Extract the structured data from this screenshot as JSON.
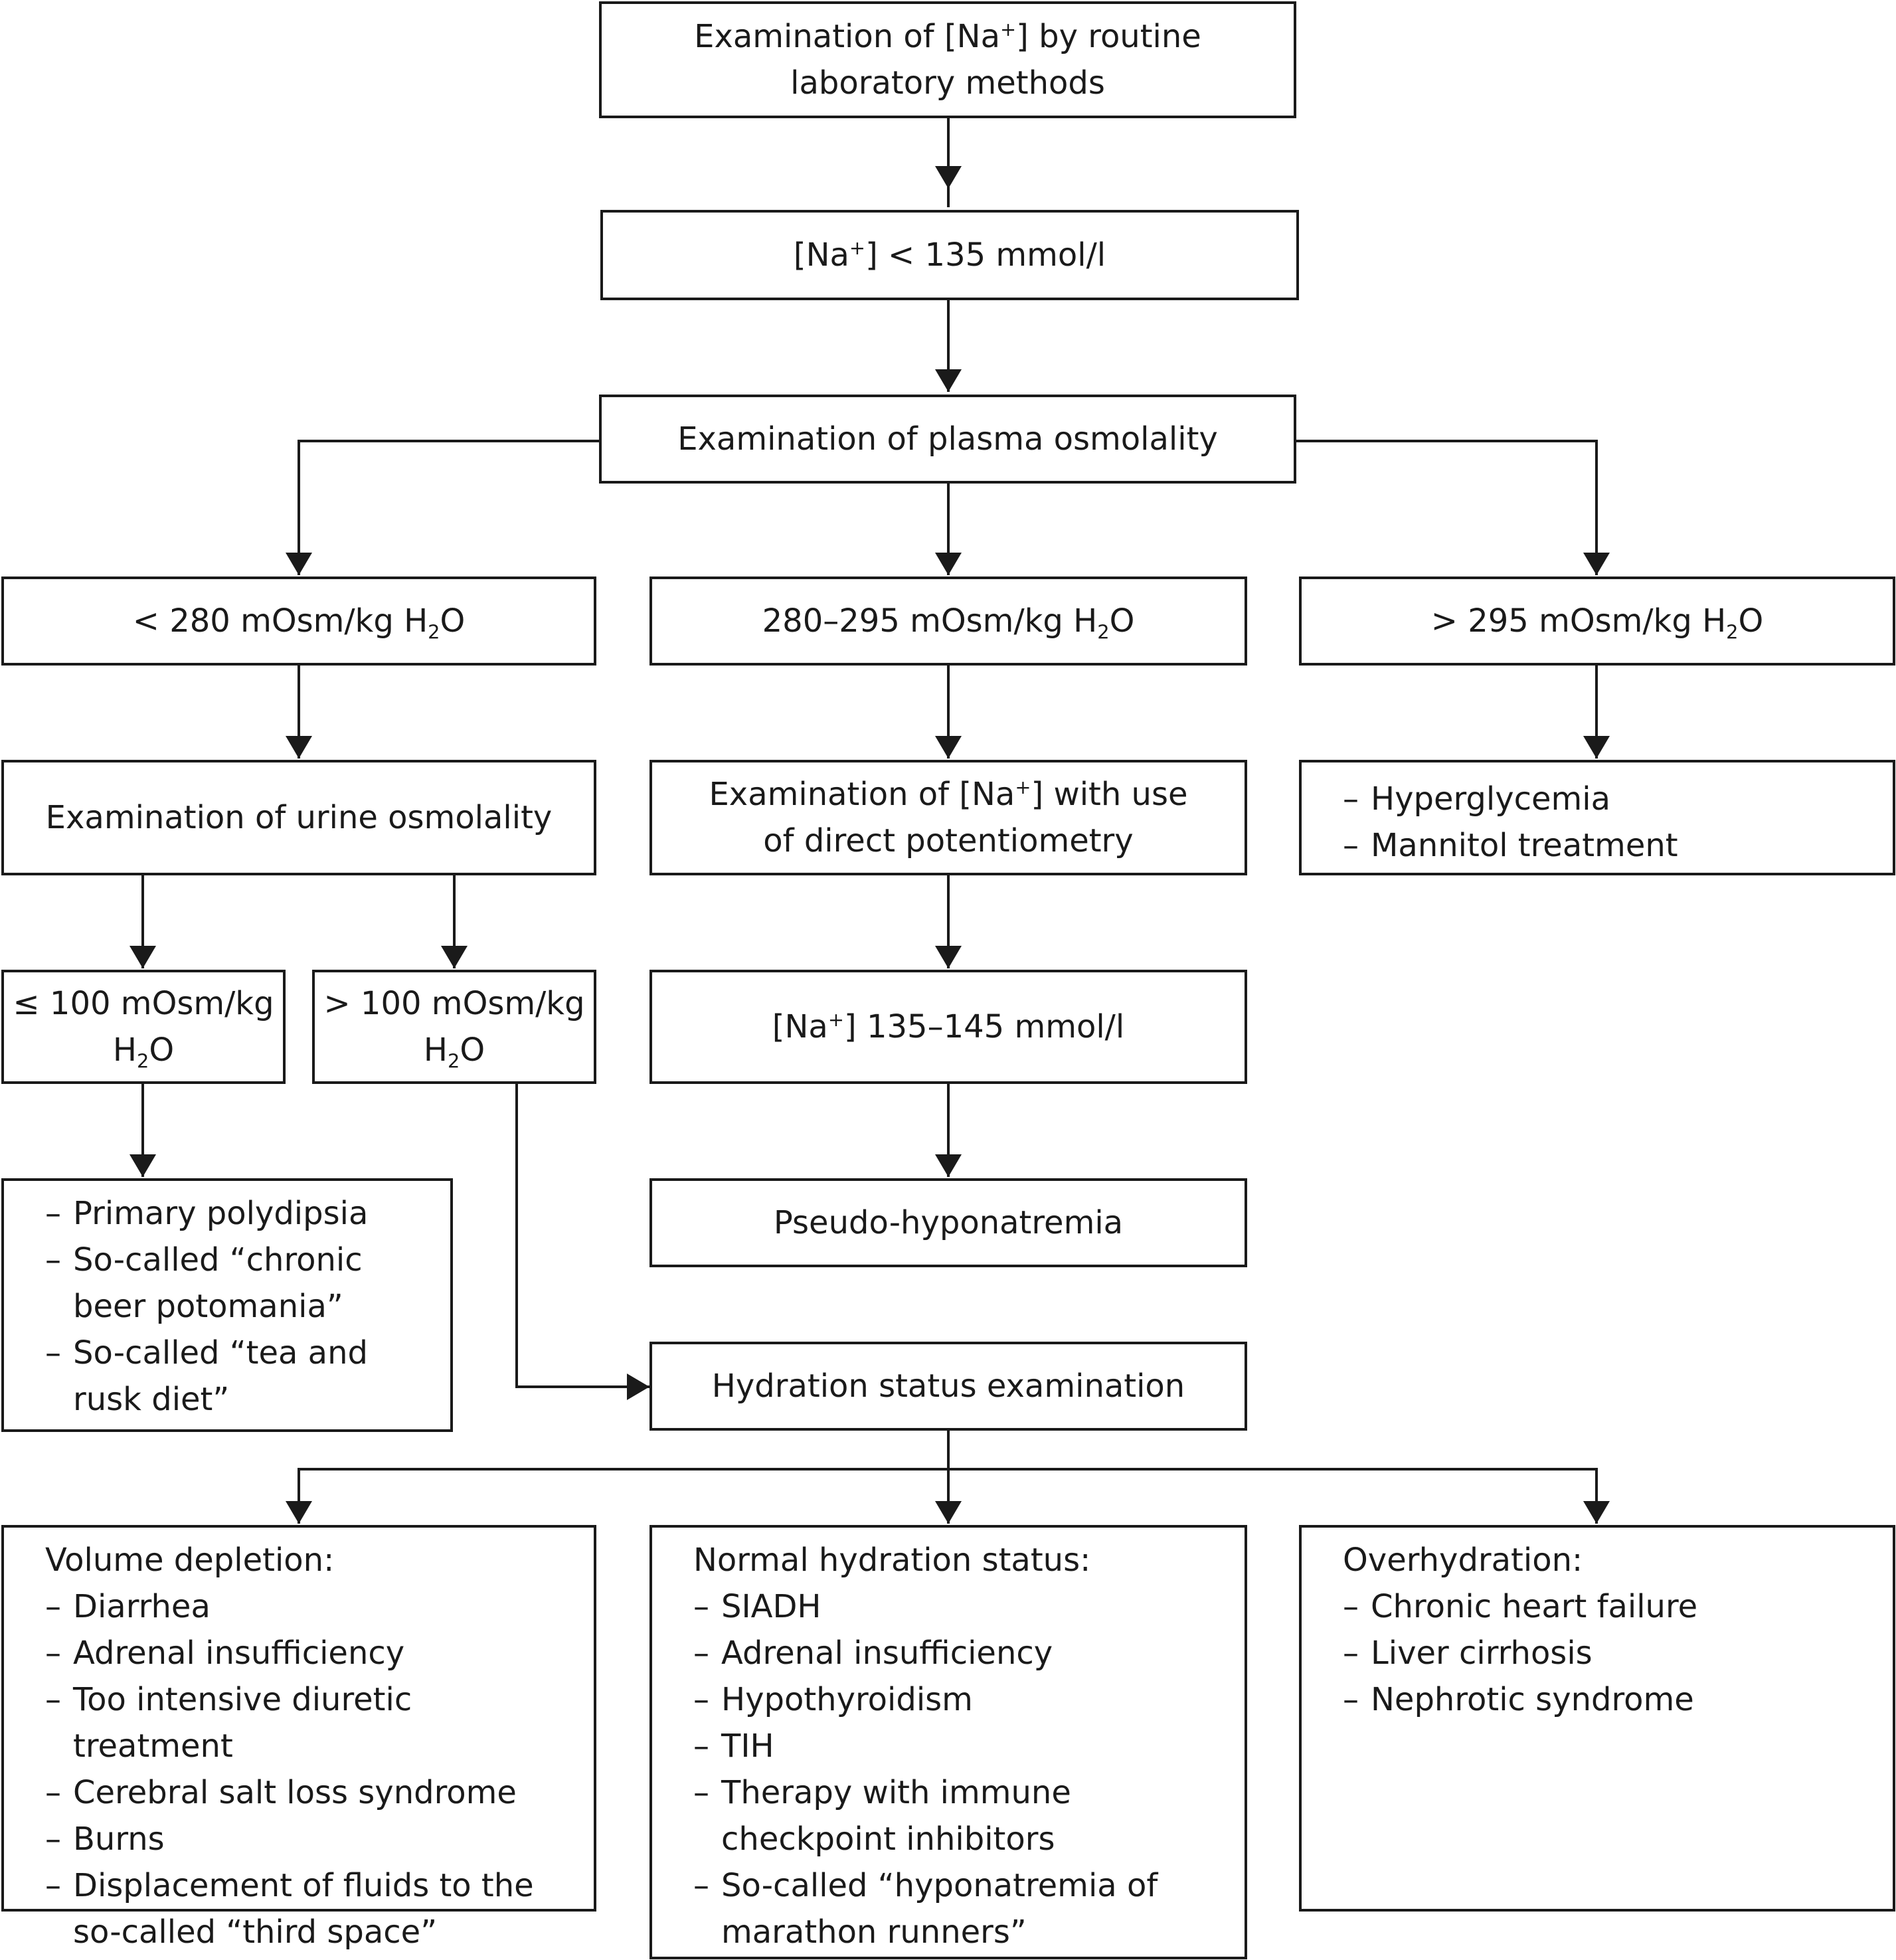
{
  "nodes": {
    "routine": {
      "lines": [
        "Examination of [Na<sup>+</sup>] by routine",
        "laboratory methods"
      ]
    },
    "na_low": {
      "lines": [
        "[Na<sup>+</sup>] &lt; 135 mmol/l"
      ]
    },
    "plasma": {
      "lines": [
        "Examination of plasma osmolality"
      ]
    },
    "osm_low": {
      "lines": [
        "&lt; 280 mOsm/kg H<sub>2</sub>O"
      ]
    },
    "osm_normal": {
      "lines": [
        "280–295 mOsm/kg H<sub>2</sub>O"
      ]
    },
    "osm_high": {
      "lines": [
        "&gt; 295 mOsm/kg H<sub>2</sub>O"
      ]
    },
    "urine": {
      "lines": [
        "Examination of urine osmolality"
      ]
    },
    "potentiometry": {
      "lines": [
        "Examination of [Na<sup>+</sup>] with use",
        "of direct potentiometry"
      ]
    },
    "high_causes": {
      "items": [
        "Hyperglycemia",
        "Mannitol treatment"
      ]
    },
    "urine_low": {
      "lines": [
        "≤ 100 mOsm/kg",
        "H<sub>2</sub>O"
      ]
    },
    "urine_high": {
      "lines": [
        "&gt; 100 mOsm/kg",
        "H<sub>2</sub>O"
      ]
    },
    "na_normal": {
      "lines": [
        "[Na<sup>+</sup>] 135–145 mmol/l"
      ]
    },
    "pseudo": {
      "lines": [
        "Pseudo-hyponatremia"
      ]
    },
    "low_urine_causes": {
      "items": [
        "Primary polydipsia",
        "So-called “chronic beer potomania”",
        "So-called “tea and rusk diet”"
      ]
    },
    "hydration": {
      "lines": [
        "Hydration status examination"
      ]
    },
    "depletion": {
      "heading": "Volume depletion:",
      "items": [
        "Diarrhea",
        "Adrenal insufficiency",
        "Too intensive diuretic treatment",
        "Cerebral salt loss syndrome",
        "Burns",
        "Displacement of fluids to the so-called “third space”"
      ]
    },
    "normal_hydration": {
      "heading": "Normal hydration status:",
      "items": [
        "SIADH",
        "Adrenal insufficiency",
        "Hypothyroidism",
        "TIH",
        "Therapy with immune checkpoint inhibitors",
        "So-called “hyponatremia of marathon runners”"
      ]
    },
    "overhydration": {
      "heading": "Overhydration:",
      "items": [
        "Chronic heart failure",
        "Liver cirrhosis",
        "Nephrotic syndrome"
      ]
    }
  },
  "connectors": [
    [
      "routine",
      "na_low"
    ],
    [
      "na_low",
      "plasma"
    ],
    [
      "plasma",
      "osm_low"
    ],
    [
      "plasma",
      "osm_normal"
    ],
    [
      "plasma",
      "osm_high"
    ],
    [
      "osm_low",
      "urine"
    ],
    [
      "osm_normal",
      "potentiometry"
    ],
    [
      "osm_high",
      "high_causes"
    ],
    [
      "urine",
      "urine_low"
    ],
    [
      "urine",
      "urine_high"
    ],
    [
      "potentiometry",
      "na_normal"
    ],
    [
      "na_normal",
      "pseudo"
    ],
    [
      "urine_low",
      "low_urine_causes"
    ],
    [
      "urine_high",
      "hydration"
    ],
    [
      "hydration",
      "depletion"
    ],
    [
      "hydration",
      "normal_hydration"
    ],
    [
      "hydration",
      "overhydration"
    ]
  ]
}
